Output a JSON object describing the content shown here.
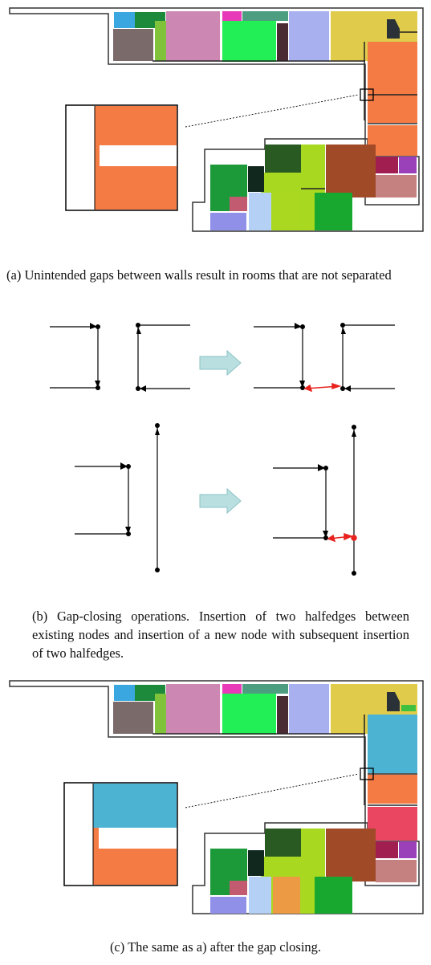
{
  "captions": {
    "a": "(a)  Unintended gaps between walls result in rooms that are not separated",
    "b": "(b)  Gap-closing operations. Insertion of two halfedges between existing nodes and insertion of a new node with subsequent insertion of two halfedges.",
    "c": "(c)  The same as a) after the gap closing."
  },
  "colors": {
    "wall": "#000000",
    "orange": "#f47b44",
    "blue": "#4db3d3",
    "red_halfedge": "#e8231f",
    "arrow": "#b9dfe0",
    "pink": "#ea4662"
  }
}
